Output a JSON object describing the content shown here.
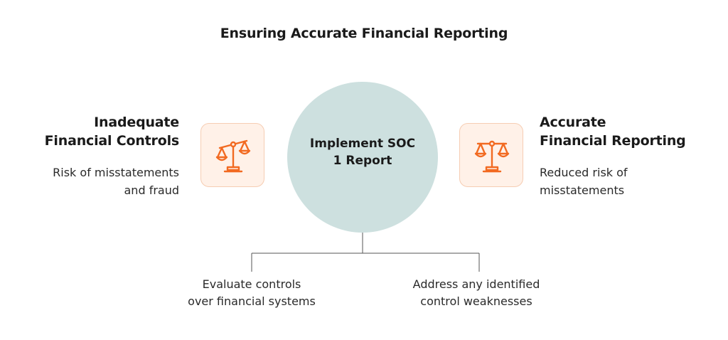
{
  "title": "Ensuring Accurate Financial Reporting",
  "left": {
    "heading": [
      "Inadequate",
      "Financial Controls"
    ],
    "description": [
      "Risk of misstatements",
      "and fraud"
    ],
    "icon": "scale-unbalanced-icon"
  },
  "center": {
    "label": [
      "Implement SOC",
      "1 Report"
    ]
  },
  "right": {
    "heading": [
      "Accurate",
      "Financial Reporting"
    ],
    "description": [
      "Reduced risk of",
      "misstatements"
    ],
    "icon": "scale-balanced-icon"
  },
  "steps": [
    {
      "label": [
        "Evaluate controls",
        "over financial systems"
      ]
    },
    {
      "label": [
        "Address any identified",
        "control weaknesses"
      ]
    }
  ],
  "colors": {
    "accent": "#f26a21",
    "icon_bg": "#fff1e8",
    "circle": "#cde0df",
    "line": "#555555"
  }
}
